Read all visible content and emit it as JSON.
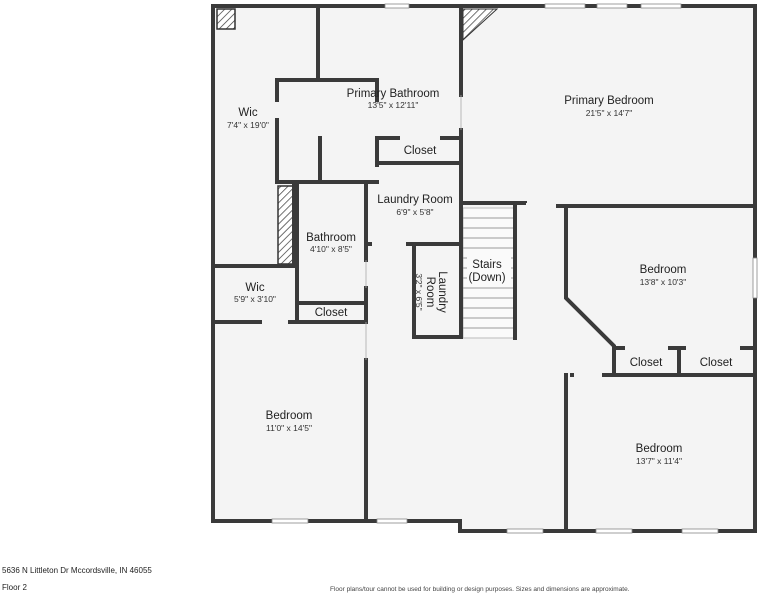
{
  "footer": {
    "address": "5636 N Littleton Dr Mccordsville, IN 46055",
    "floor": "Floor 2",
    "disclaimer": "Floor plans/tour cannot be used for building or design purposes. Sizes and dimensions are approximate."
  },
  "rooms": {
    "wic_large": {
      "name": "Wic",
      "dims": "7'4\" x 19'0\""
    },
    "primary_bathroom": {
      "name": "Primary Bathroom",
      "dims": "13'5\" x 12'11\""
    },
    "primary_bedroom": {
      "name": "Primary Bedroom",
      "dims": "21'5\" x 14'7\""
    },
    "closet_primary": {
      "name": "Closet"
    },
    "laundry_room": {
      "name": "Laundry Room",
      "dims": "6'9\" x 5'8\""
    },
    "bathroom": {
      "name": "Bathroom",
      "dims": "4'10\" x 8'5\""
    },
    "wic_small": {
      "name": "Wic",
      "dims": "5'9\" x 3'10\""
    },
    "closet_bath": {
      "name": "Closet"
    },
    "laundry_closet": {
      "name_line1": "Laundry",
      "name_line2": "Room",
      "dims": "3'2\" x 6'5\""
    },
    "stairs": {
      "name_line1": "Stairs",
      "name_line2": "(Down)"
    },
    "bedroom_right": {
      "name": "Bedroom",
      "dims": "13'8\" x 10'3\""
    },
    "closet_right_a": {
      "name": "Closet"
    },
    "closet_right_b": {
      "name": "Closet"
    },
    "bedroom_left": {
      "name": "Bedroom",
      "dims": "11'0\" x 14'5\""
    },
    "bedroom_lower_right": {
      "name": "Bedroom",
      "dims": "13'7\" x 11'4\""
    }
  }
}
